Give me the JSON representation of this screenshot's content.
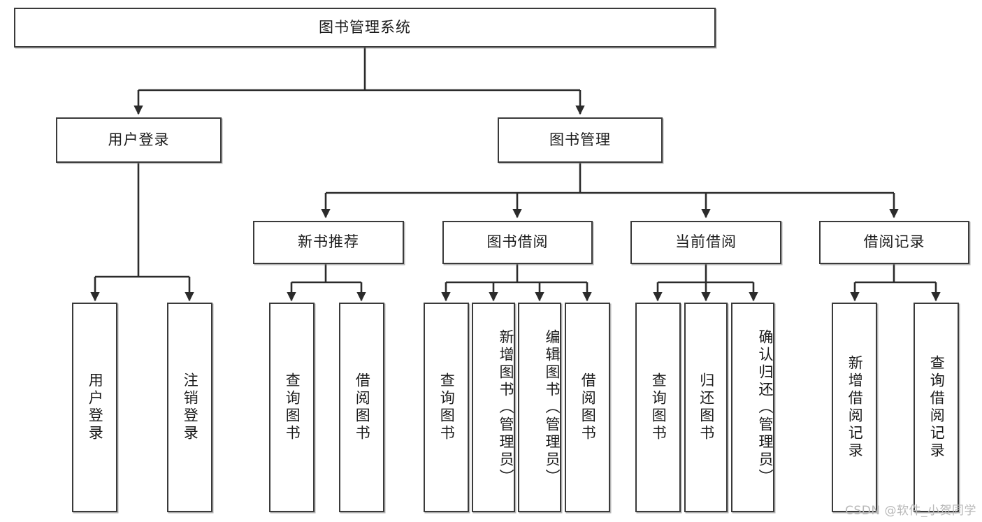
{
  "diagram": {
    "title": "图书管理系统",
    "type": "hierarchy-tree",
    "colors": {
      "stroke": "#3a3a3a",
      "fill": "#ffffff",
      "text": "#1b1b1b",
      "watermark": "#b8b8b8",
      "background": "#ffffff"
    },
    "root": {
      "label": "图书管理系统"
    },
    "level2": [
      {
        "label": "用户登录"
      },
      {
        "label": "图书管理"
      }
    ],
    "level3": [
      {
        "label": "新书推荐"
      },
      {
        "label": "图书借阅"
      },
      {
        "label": "当前借阅"
      },
      {
        "label": "借阅记录"
      }
    ],
    "leaves": {
      "user_login": [
        {
          "label": "用户登录"
        },
        {
          "label": "注销登录"
        }
      ],
      "new_book": [
        {
          "label": "查询图书"
        },
        {
          "label": "借阅图书"
        }
      ],
      "book_borrow": [
        {
          "label": "查询图书"
        },
        {
          "label": "新增图书（管理员）"
        },
        {
          "label": "编辑图书（管理员）"
        },
        {
          "label": "借阅图书"
        }
      ],
      "current_borrow": [
        {
          "label": "查询图书"
        },
        {
          "label": "归还图书"
        },
        {
          "label": "确认归还（管理员）"
        }
      ],
      "borrow_record": [
        {
          "label": "新增借阅记录"
        },
        {
          "label": "查询借阅记录"
        }
      ]
    }
  },
  "watermark": {
    "text": "CSDN @软件_小贺同学"
  }
}
